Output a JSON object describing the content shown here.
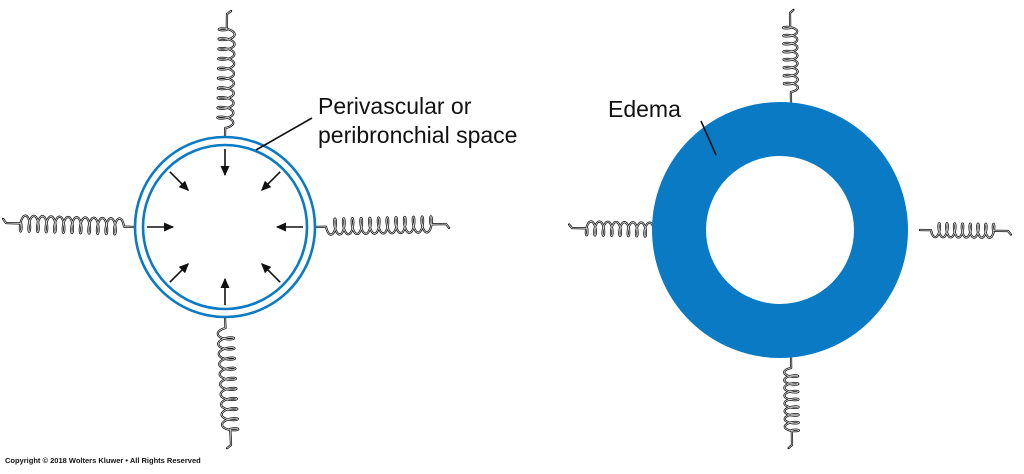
{
  "labels": {
    "space_line1": "Perivascular or",
    "space_line2": "peribronchial space",
    "edema": "Edema",
    "copyright": "Copyright © 2018 Wolters Kluwer • All Rights Reserved"
  },
  "colors": {
    "ring_blue": "#0a7ac4",
    "ink": "#111111",
    "background": "#ffffff"
  },
  "icons": {
    "spring": "coil-spring-icon",
    "arrow": "inward-arrow-icon"
  }
}
